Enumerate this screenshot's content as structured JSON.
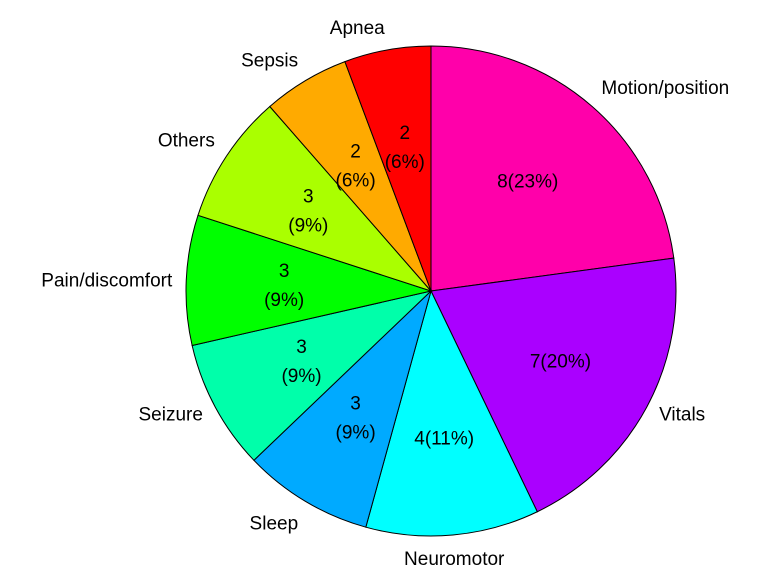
{
  "chart_data": {
    "type": "pie",
    "start": "12 o'clock",
    "direction": "clockwise",
    "legend": "none",
    "slices": [
      {
        "label": "Motion/position",
        "value": 8,
        "text": [
          "8(23%)"
        ],
        "color": "#FF00AA"
      },
      {
        "label": "Vitals",
        "value": 7,
        "text": [
          "7(20%)"
        ],
        "color": "#AA00FF"
      },
      {
        "label": "Neuromotor",
        "value": 4,
        "text": [
          "4(11%)"
        ],
        "color": "#00FFFF"
      },
      {
        "label": "Sleep",
        "value": 3,
        "text": [
          "3",
          "(9%)"
        ],
        "color": "#00AAFF"
      },
      {
        "label": "Seizure",
        "value": 3,
        "text": [
          "3",
          "(9%)"
        ],
        "color": "#00FFAA"
      },
      {
        "label": "Pain/discomfort",
        "value": 3,
        "text": [
          "3",
          "(9%)"
        ],
        "color": "#00FF00"
      },
      {
        "label": "Others",
        "value": 3,
        "text": [
          "3",
          "(9%)"
        ],
        "color": "#AAFF00"
      },
      {
        "label": "Sepsis",
        "value": 2,
        "text": [
          "2",
          "(6%)"
        ],
        "color": "#FFAA00"
      },
      {
        "label": "Apnea",
        "value": 2,
        "text": [
          "2",
          "(6%)"
        ],
        "color": "#FF0000"
      }
    ]
  }
}
